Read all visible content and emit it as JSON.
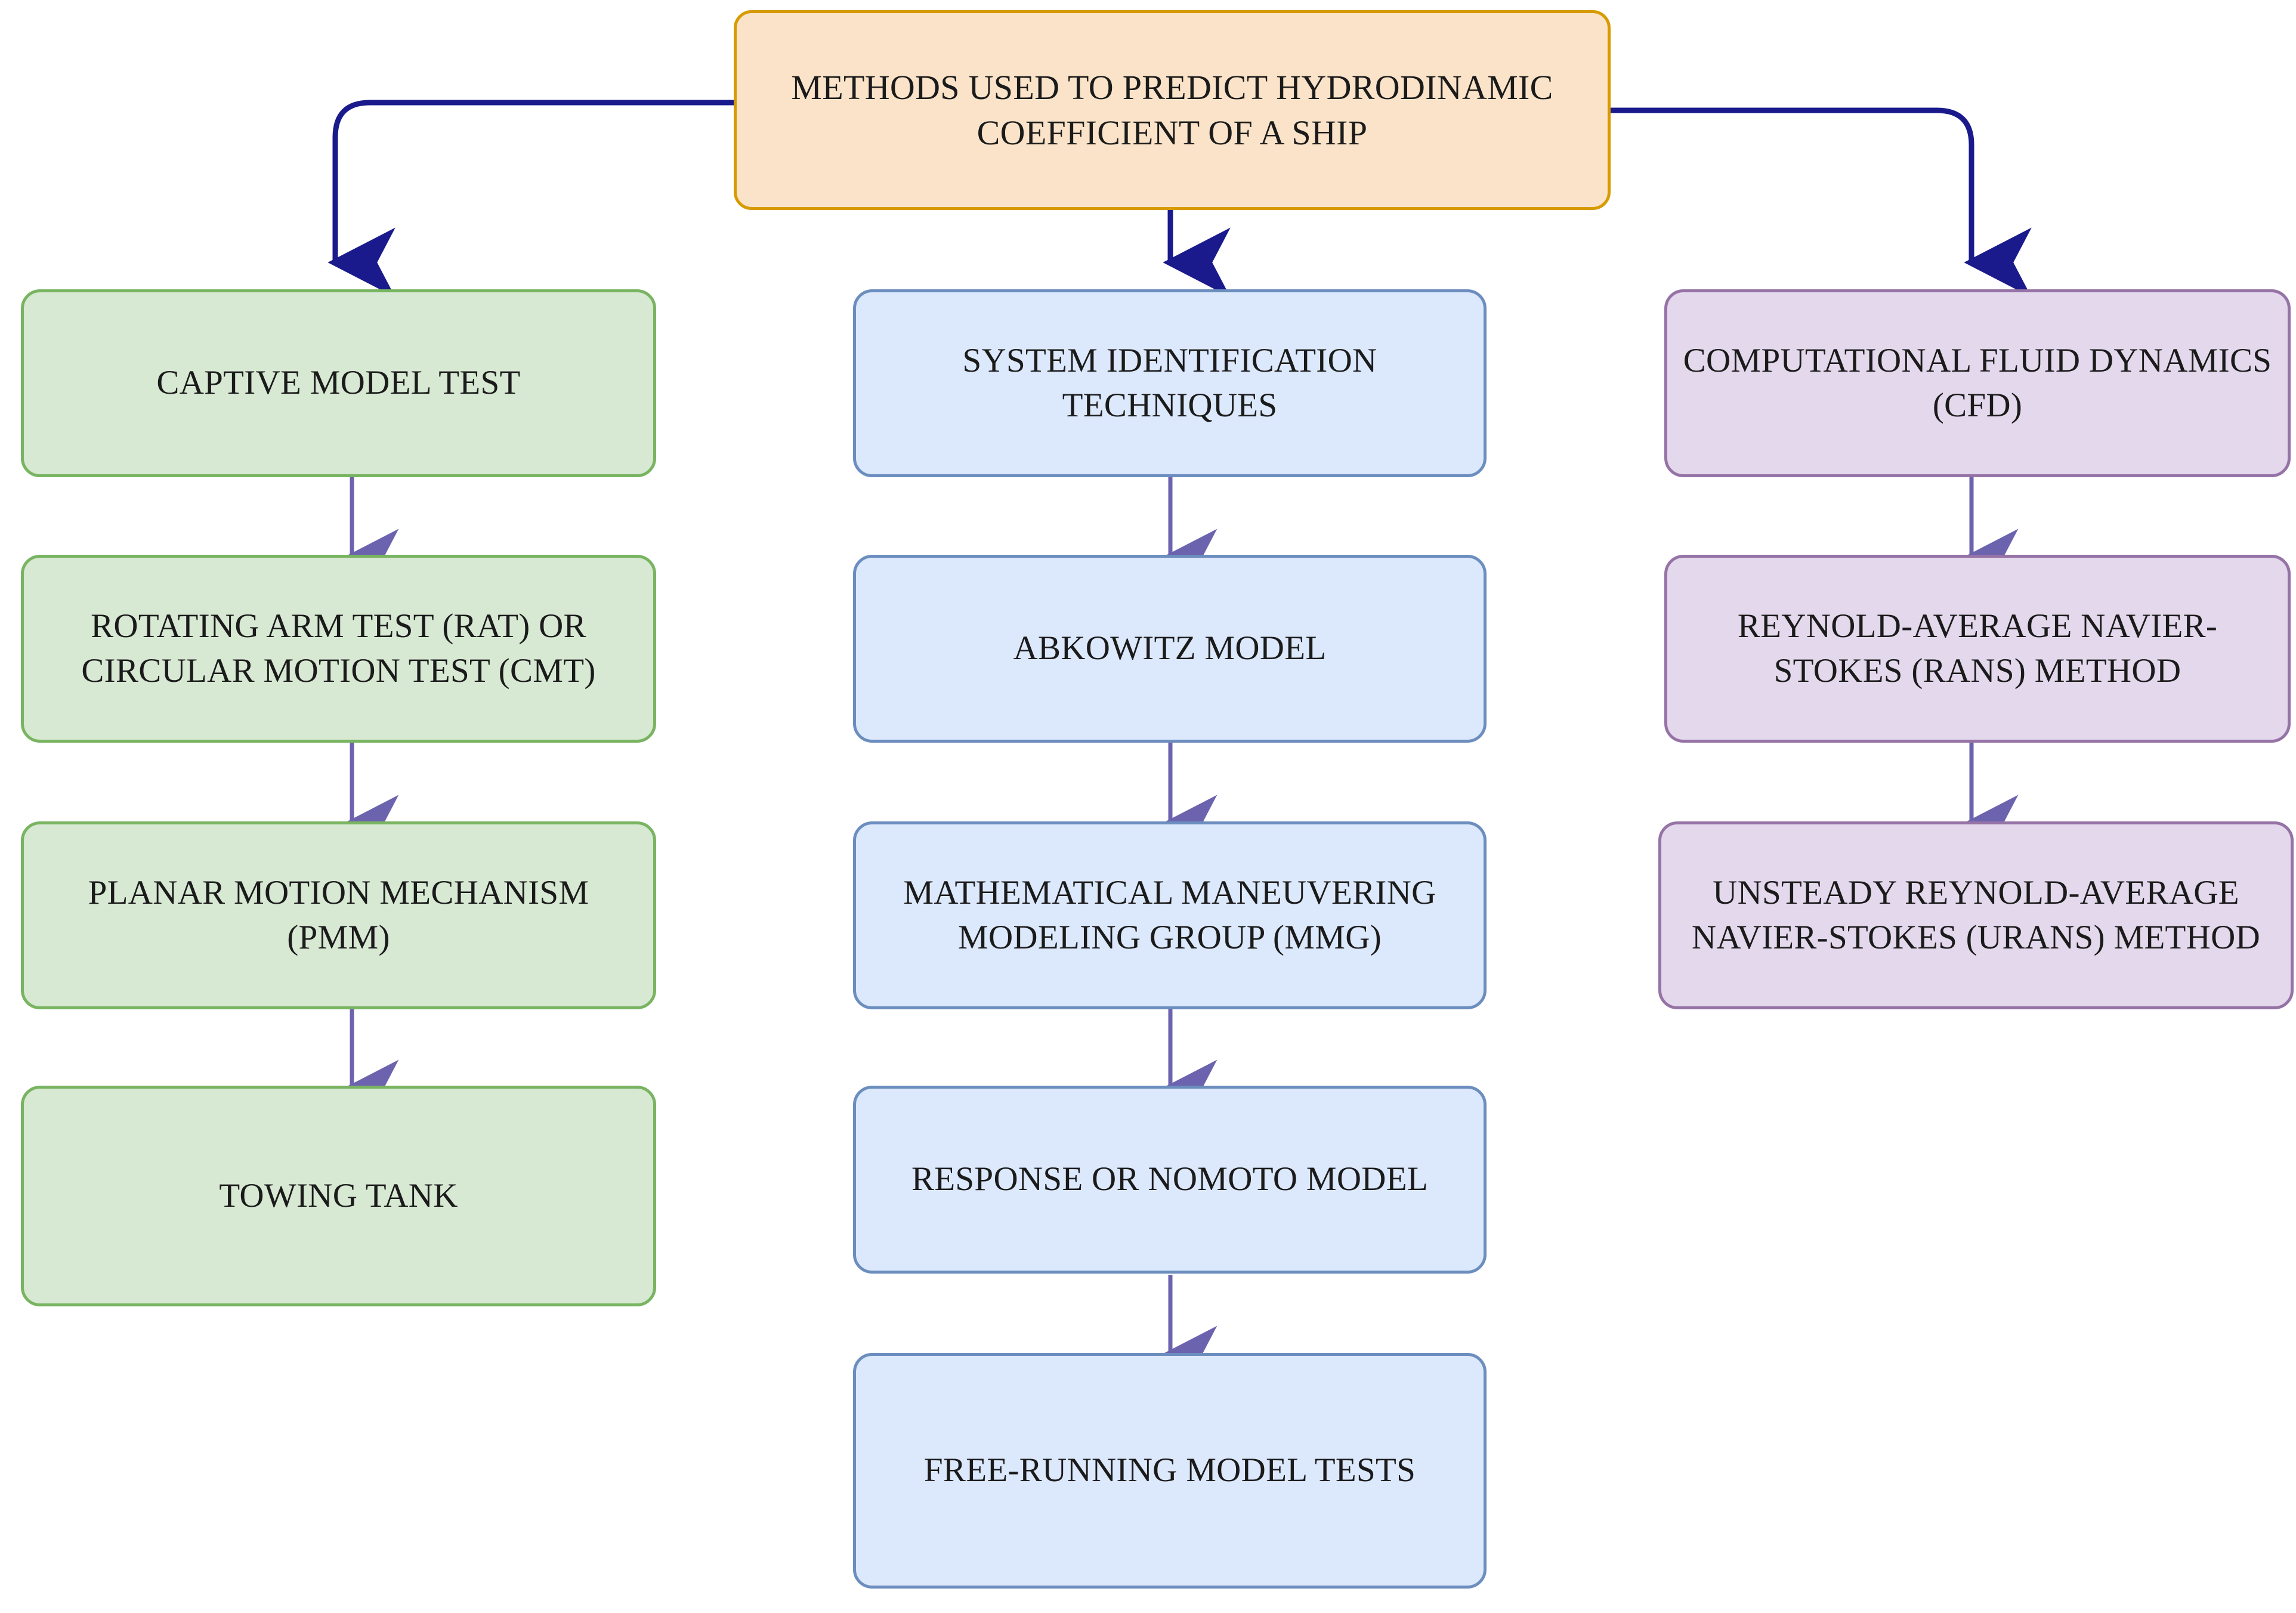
{
  "diagram": {
    "title": "Methods used to predict hydrodynamic coefficient of a ship",
    "type": "flowchart",
    "orientation": "top-down",
    "background_color": "#ffffff",
    "root_connector_color": "#1a1a8c",
    "column_connector_color": "#6c63af"
  },
  "root": {
    "id": "root",
    "label": "METHODS USED TO PREDICT HYDRODINAMIC COEFFICIENT OF A SHIP",
    "fill_color": "#fae3c8",
    "border_color": "#d79b00"
  },
  "columns": [
    {
      "id": "captive-model-test-branch",
      "fill_color": "#d7e8d3",
      "border_color": "#79b461",
      "nodes": [
        {
          "id": "captive-model-test",
          "label": "CAPTIVE MODEL TEST"
        },
        {
          "id": "rotating-arm-test",
          "label": "ROTATING ARM TEST (RAT) OR CIRCULAR MOTION TEST (CMT)"
        },
        {
          "id": "planar-motion-mechanism",
          "label": "PLANAR MOTION MECHANISM (PMM)"
        },
        {
          "id": "towing-tank",
          "label": "TOWING TANK"
        }
      ]
    },
    {
      "id": "system-identification-branch",
      "fill_color": "#dce8fb",
      "border_color": "#6c8ebf",
      "nodes": [
        {
          "id": "system-identification-techniques",
          "label": "SYSTEM IDENTIFICATION TECHNIQUES"
        },
        {
          "id": "abkowitz-model",
          "label": "ABKOWITZ MODEL"
        },
        {
          "id": "mathematical-maneuvering-modeling-group",
          "label": "MATHEMATICAL MANEUVERING MODELING GROUP (MMG)"
        },
        {
          "id": "response-or-nomoto-model",
          "label": "RESPONSE OR NOMOTO MODEL"
        },
        {
          "id": "free-running-model-tests",
          "label": "FREE-RUNNING MODEL TESTS"
        }
      ]
    },
    {
      "id": "cfd-branch",
      "fill_color": "#e3d8ec",
      "border_color": "#9673a6",
      "nodes": [
        {
          "id": "computational-fluid-dynamics",
          "label": "COMPUTATIONAL FLUID DYNAMICS (CFD)"
        },
        {
          "id": "rans-method",
          "label": "REYNOLD-AVERAGE NAVIER-STOKES (RANS) METHOD"
        },
        {
          "id": "urans-method",
          "label": "UNSTEADY REYNOLD-AVERAGE NAVIER-STOKES (URANS) METHOD"
        }
      ]
    }
  ]
}
